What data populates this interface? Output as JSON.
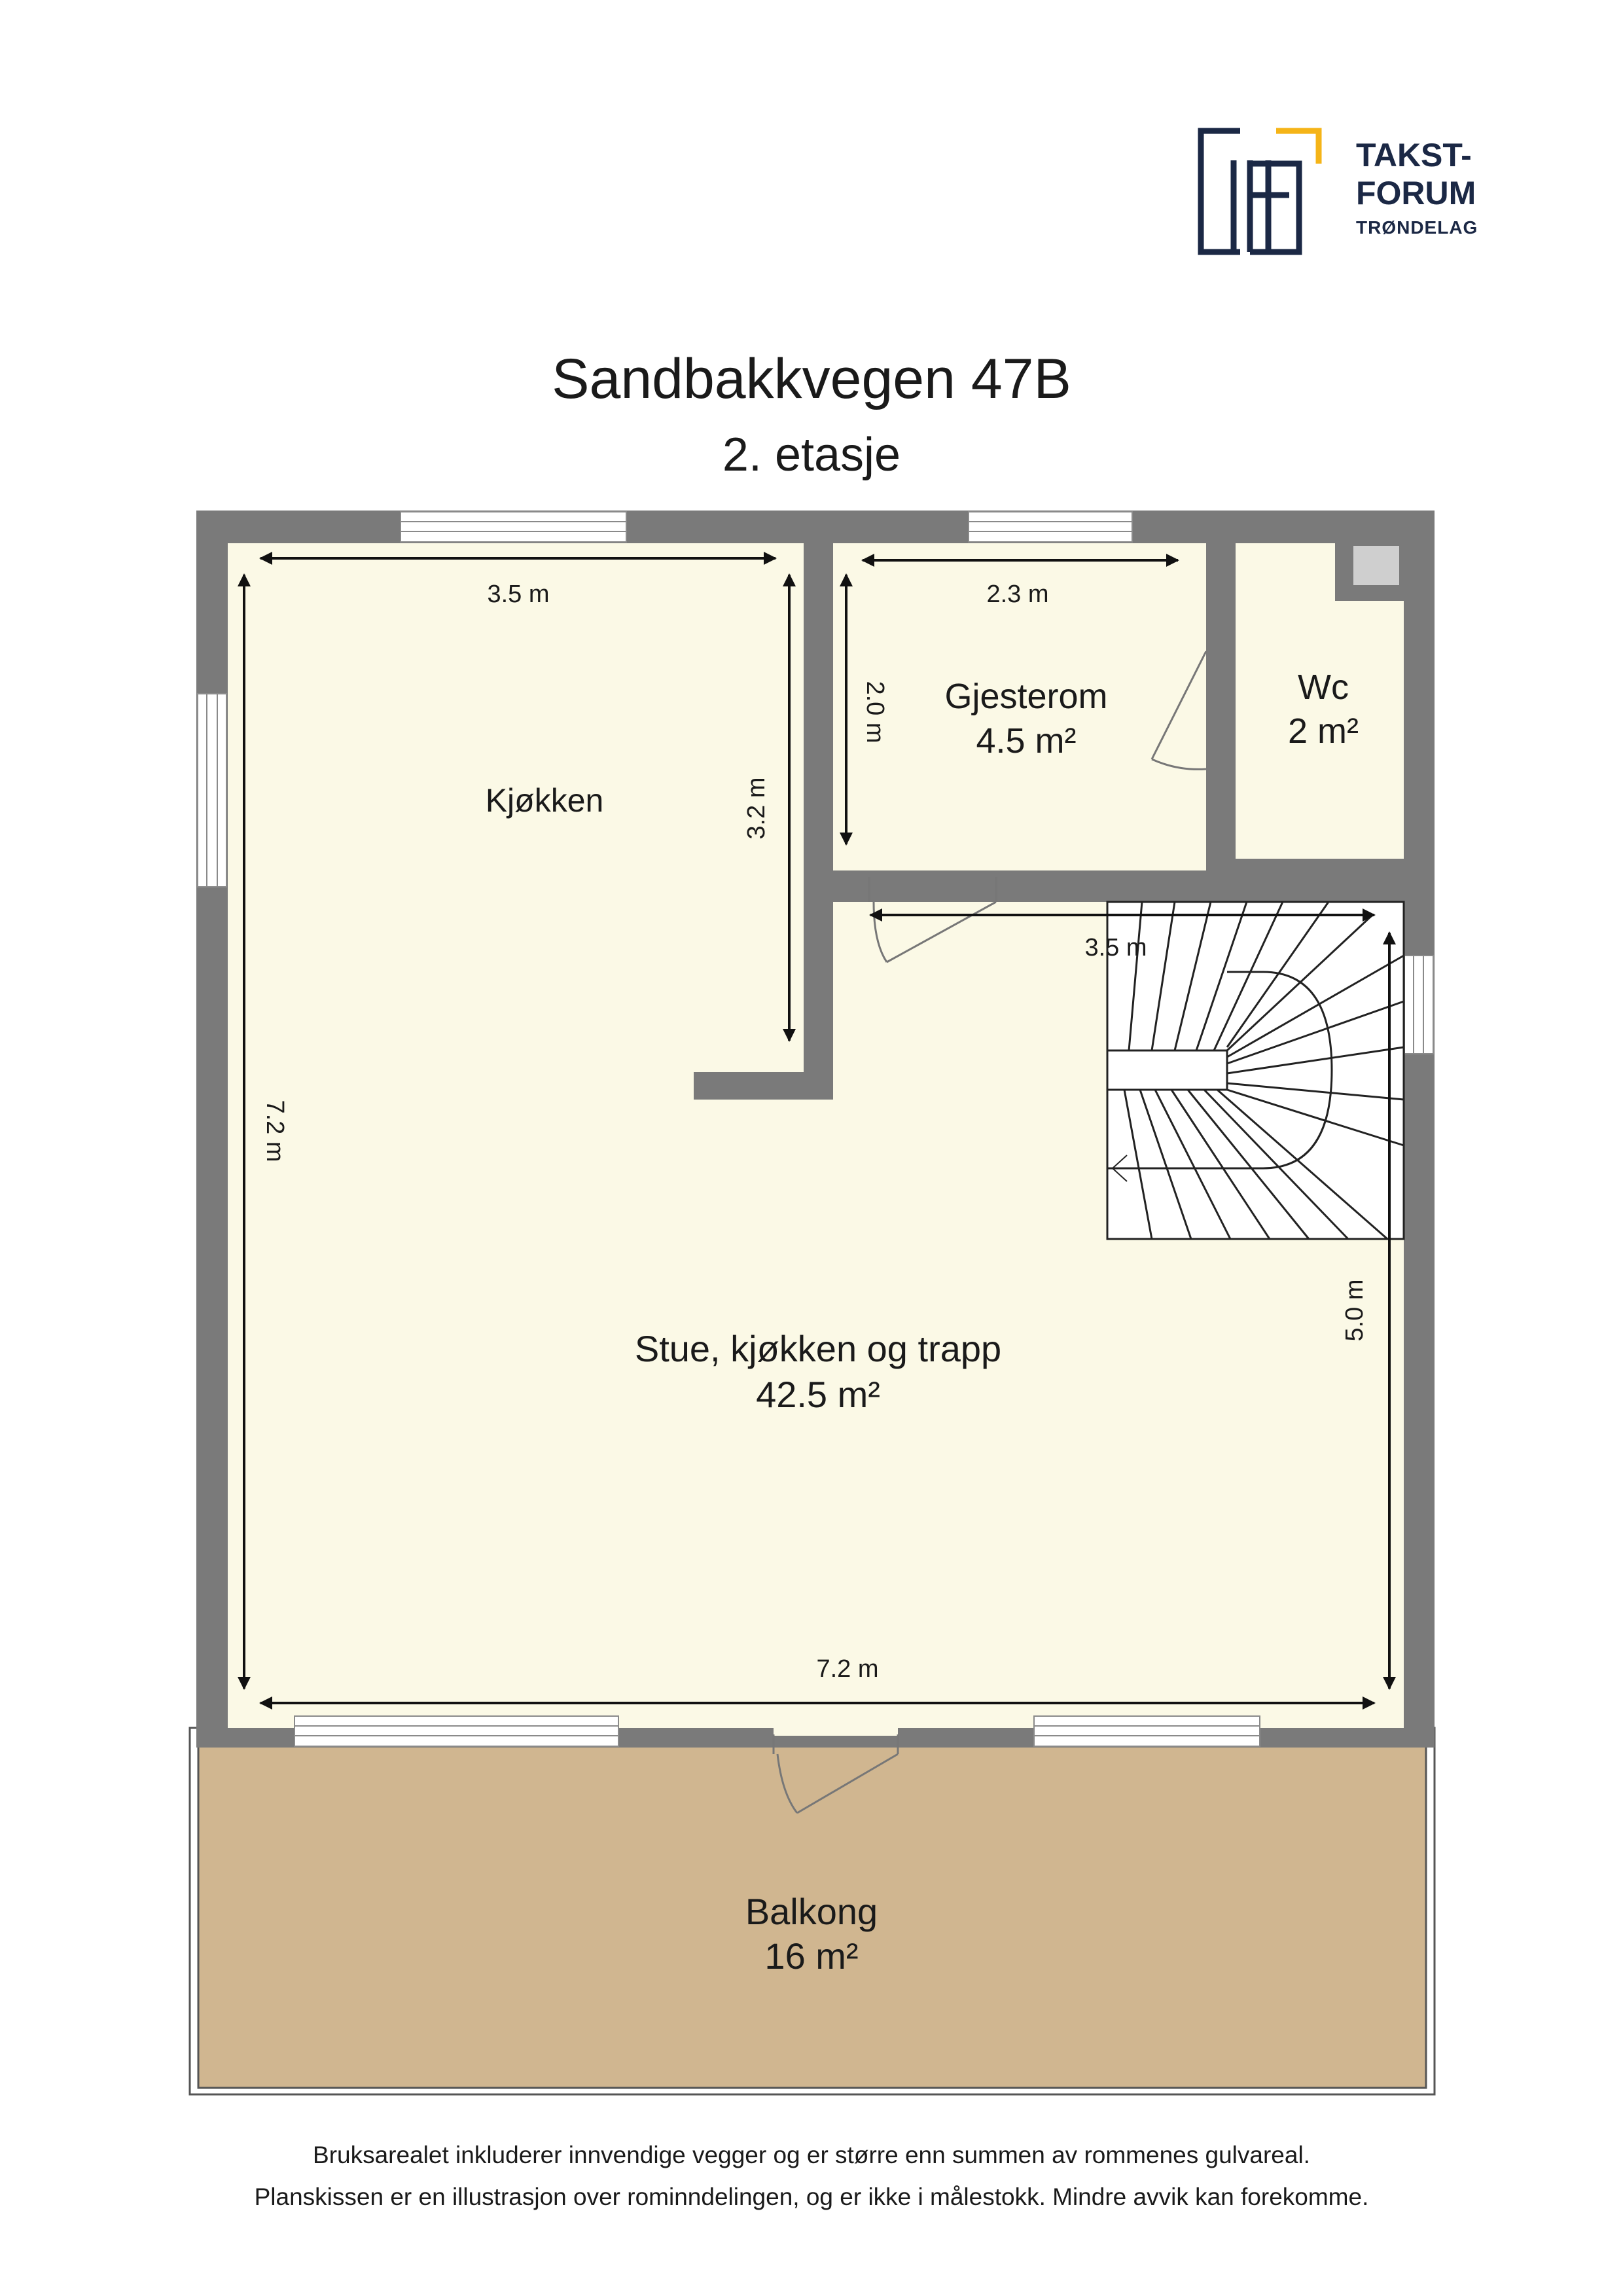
{
  "logo": {
    "line1": "TAKST-",
    "line2": "FORUM",
    "line3": "TRØNDELAG",
    "colors": {
      "navy": "#1b2845",
      "gold": "#f5b417"
    }
  },
  "header": {
    "title": "Sandbakkvegen 47B",
    "subtitle": "2. etasje"
  },
  "rooms": {
    "kjokken": {
      "name": "Kjøkken"
    },
    "gjesterom": {
      "name": "Gjesterom",
      "area": "4.5 m²"
    },
    "wc": {
      "name": "Wc",
      "area": "2 m²"
    },
    "stue": {
      "name": "Stue, kjøkken og trapp",
      "area": "42.5 m²"
    },
    "balkong": {
      "name": "Balkong",
      "area": "16 m²"
    }
  },
  "dimensions": {
    "kjokken_width": "3.5 m",
    "kjokken_depth": "3.2 m",
    "gjesterom_width": "2.3 m",
    "gjesterom_depth": "2.0 m",
    "stair_width": "3.5 m",
    "stair_side": "5.0 m",
    "total_depth": "7.2 m",
    "total_width": "7.2 m"
  },
  "colors": {
    "wall": "#7a7a7a",
    "floor": "#fbf9e6",
    "balcony": "#d0b690",
    "text": "#1a1a1a"
  },
  "footer": {
    "line1": "Bruksarealet inkluderer innvendige vegger og er større enn summen av rommenes gulvareal.",
    "line2": "Planskissen er en illustrasjon over rominndelingen, og er ikke i målestokk. Mindre avvik kan forekomme."
  }
}
